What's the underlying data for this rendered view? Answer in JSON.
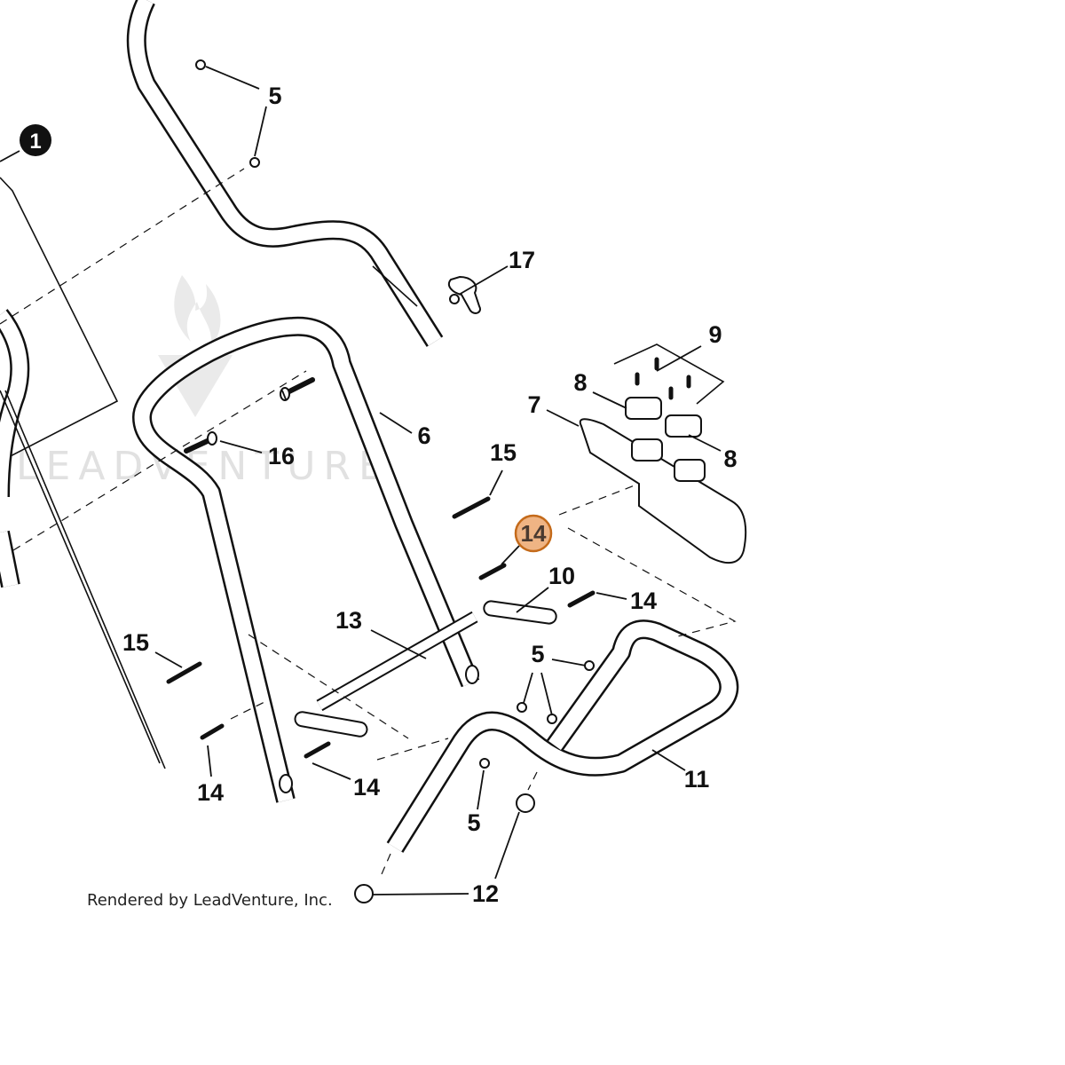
{
  "labels": {
    "ref": "1",
    "p5a": "5",
    "p5b": "5",
    "p5c": "5",
    "p6": "6",
    "p7": "7",
    "p8a": "8",
    "p8b": "8",
    "p9": "9",
    "p10": "10",
    "p11": "11",
    "p12": "12",
    "p13": "13",
    "p14_highlight": "14",
    "p14a": "14",
    "p14b": "14",
    "p14c": "14",
    "p15a": "15",
    "p15b": "15",
    "p16": "16",
    "p17": "17"
  },
  "watermark": "LEADVENTURE",
  "credit": "Rendered by LeadVenture, Inc.",
  "colors": {
    "highlight_fill": "#efb484",
    "highlight_stroke": "#c46a1a",
    "line": "#111111",
    "watermark": "#c9c9c9"
  }
}
